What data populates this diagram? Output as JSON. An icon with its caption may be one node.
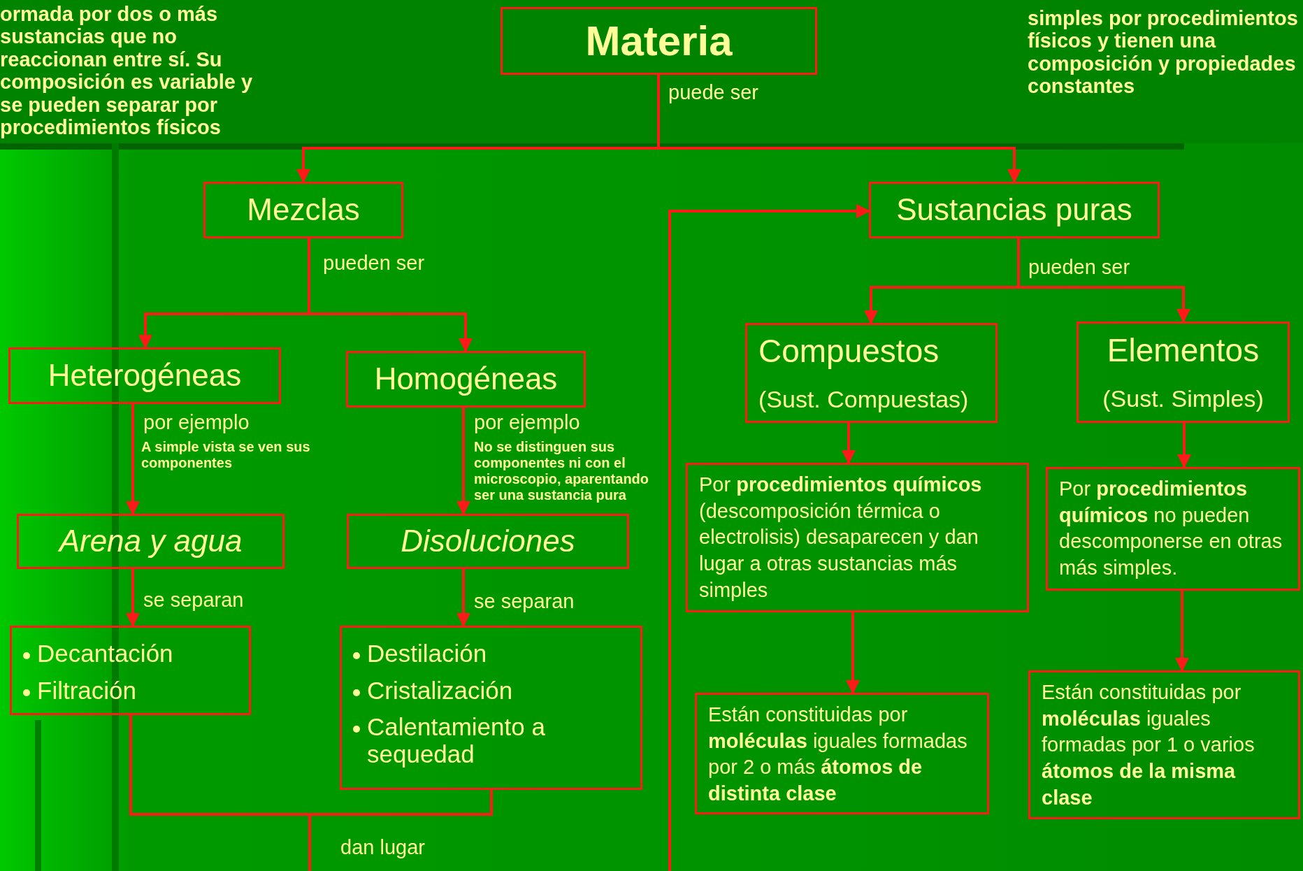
{
  "diagram": {
    "nodes": [
      {
        "text": [
          "Materia"
        ]
      },
      {
        "text": [
          "Mezclas"
        ]
      },
      {
        "text": [
          "Sustancias puras"
        ]
      },
      {
        "text": [
          "Heterogéneas"
        ]
      },
      {
        "text": [
          "Homogéneas"
        ]
      },
      {
        "text": [
          "Arena y agua"
        ]
      },
      {
        "text": [
          "Disoluciones"
        ]
      },
      {
        "text": [
          "Decantación",
          "Filtración"
        ]
      },
      {
        "text": [
          "Destilación",
          "Cristalización",
          "Calentamiento a sequedad"
        ]
      },
      {
        "text": [
          "Compuestos",
          "(Sust. Compuestas)"
        ]
      },
      {
        "text": [
          "Elementos",
          "(Sust. Simples)"
        ]
      },
      {
        "text": [
          "Por **procedimientos químicos** (descomposición térmica o electrolisis) desaparecen y dan lugar a otras sustancias más simples"
        ]
      },
      {
        "text": [
          "Por **procedimientos químicos** no pueden descomponerse en otras más simples."
        ]
      },
      {
        "text": [
          "Están constituidas por **moléculas** iguales formadas por 2 o más **átomos de distinta clase**"
        ]
      },
      {
        "text": [
          "Están constituidas por **moléculas** iguales formadas por 1 o varios **átomos de la misma clase**"
        ]
      }
    ],
    "edges": [
      {
        "from": 0,
        "to": 1,
        "arrow": "to",
        "label": "puede ser"
      },
      {
        "from": 0,
        "to": 2,
        "arrow": "to"
      },
      {
        "from": 1,
        "to": 3,
        "arrow": "to",
        "label": "pueden ser"
      },
      {
        "from": 1,
        "to": 4,
        "arrow": "to"
      },
      {
        "from": 3,
        "to": 5,
        "arrow": "to",
        "label": "por ejemplo"
      },
      {
        "from": 4,
        "to": 6,
        "arrow": "to",
        "label": "por ejemplo"
      },
      {
        "from": 5,
        "to": 7,
        "arrow": "to",
        "label": "se separan"
      },
      {
        "from": 6,
        "to": 8,
        "arrow": "to",
        "label": "se separan"
      },
      {
        "from": 7,
        "to": 2,
        "arrow": "to",
        "label": "dan lugar"
      },
      {
        "from": 8,
        "to": 2,
        "arrow": "to"
      },
      {
        "from": 2,
        "to": 9,
        "arrow": "to",
        "label": "pueden ser"
      },
      {
        "from": 2,
        "to": 10,
        "arrow": "to"
      },
      {
        "from": 9,
        "to": 11,
        "arrow": "to"
      },
      {
        "from": 10,
        "to": 12,
        "arrow": "to"
      },
      {
        "from": 11,
        "to": 13,
        "arrow": "to"
      },
      {
        "from": 12,
        "to": 14,
        "arrow": "to"
      }
    ],
    "labels": [
      "ormada por dos o más sustancias que no reaccionan entre sí. Su composición es variable y se pueden separar por procedimientos físicos",
      "simples por procedimientos físicos y tienen una composición y propiedades constantes",
      "A simple vista se ven sus componentes",
      "No se distinguen sus componentes ni con el microscopio, aparentando ser una sustancia pura"
    ]
  }
}
